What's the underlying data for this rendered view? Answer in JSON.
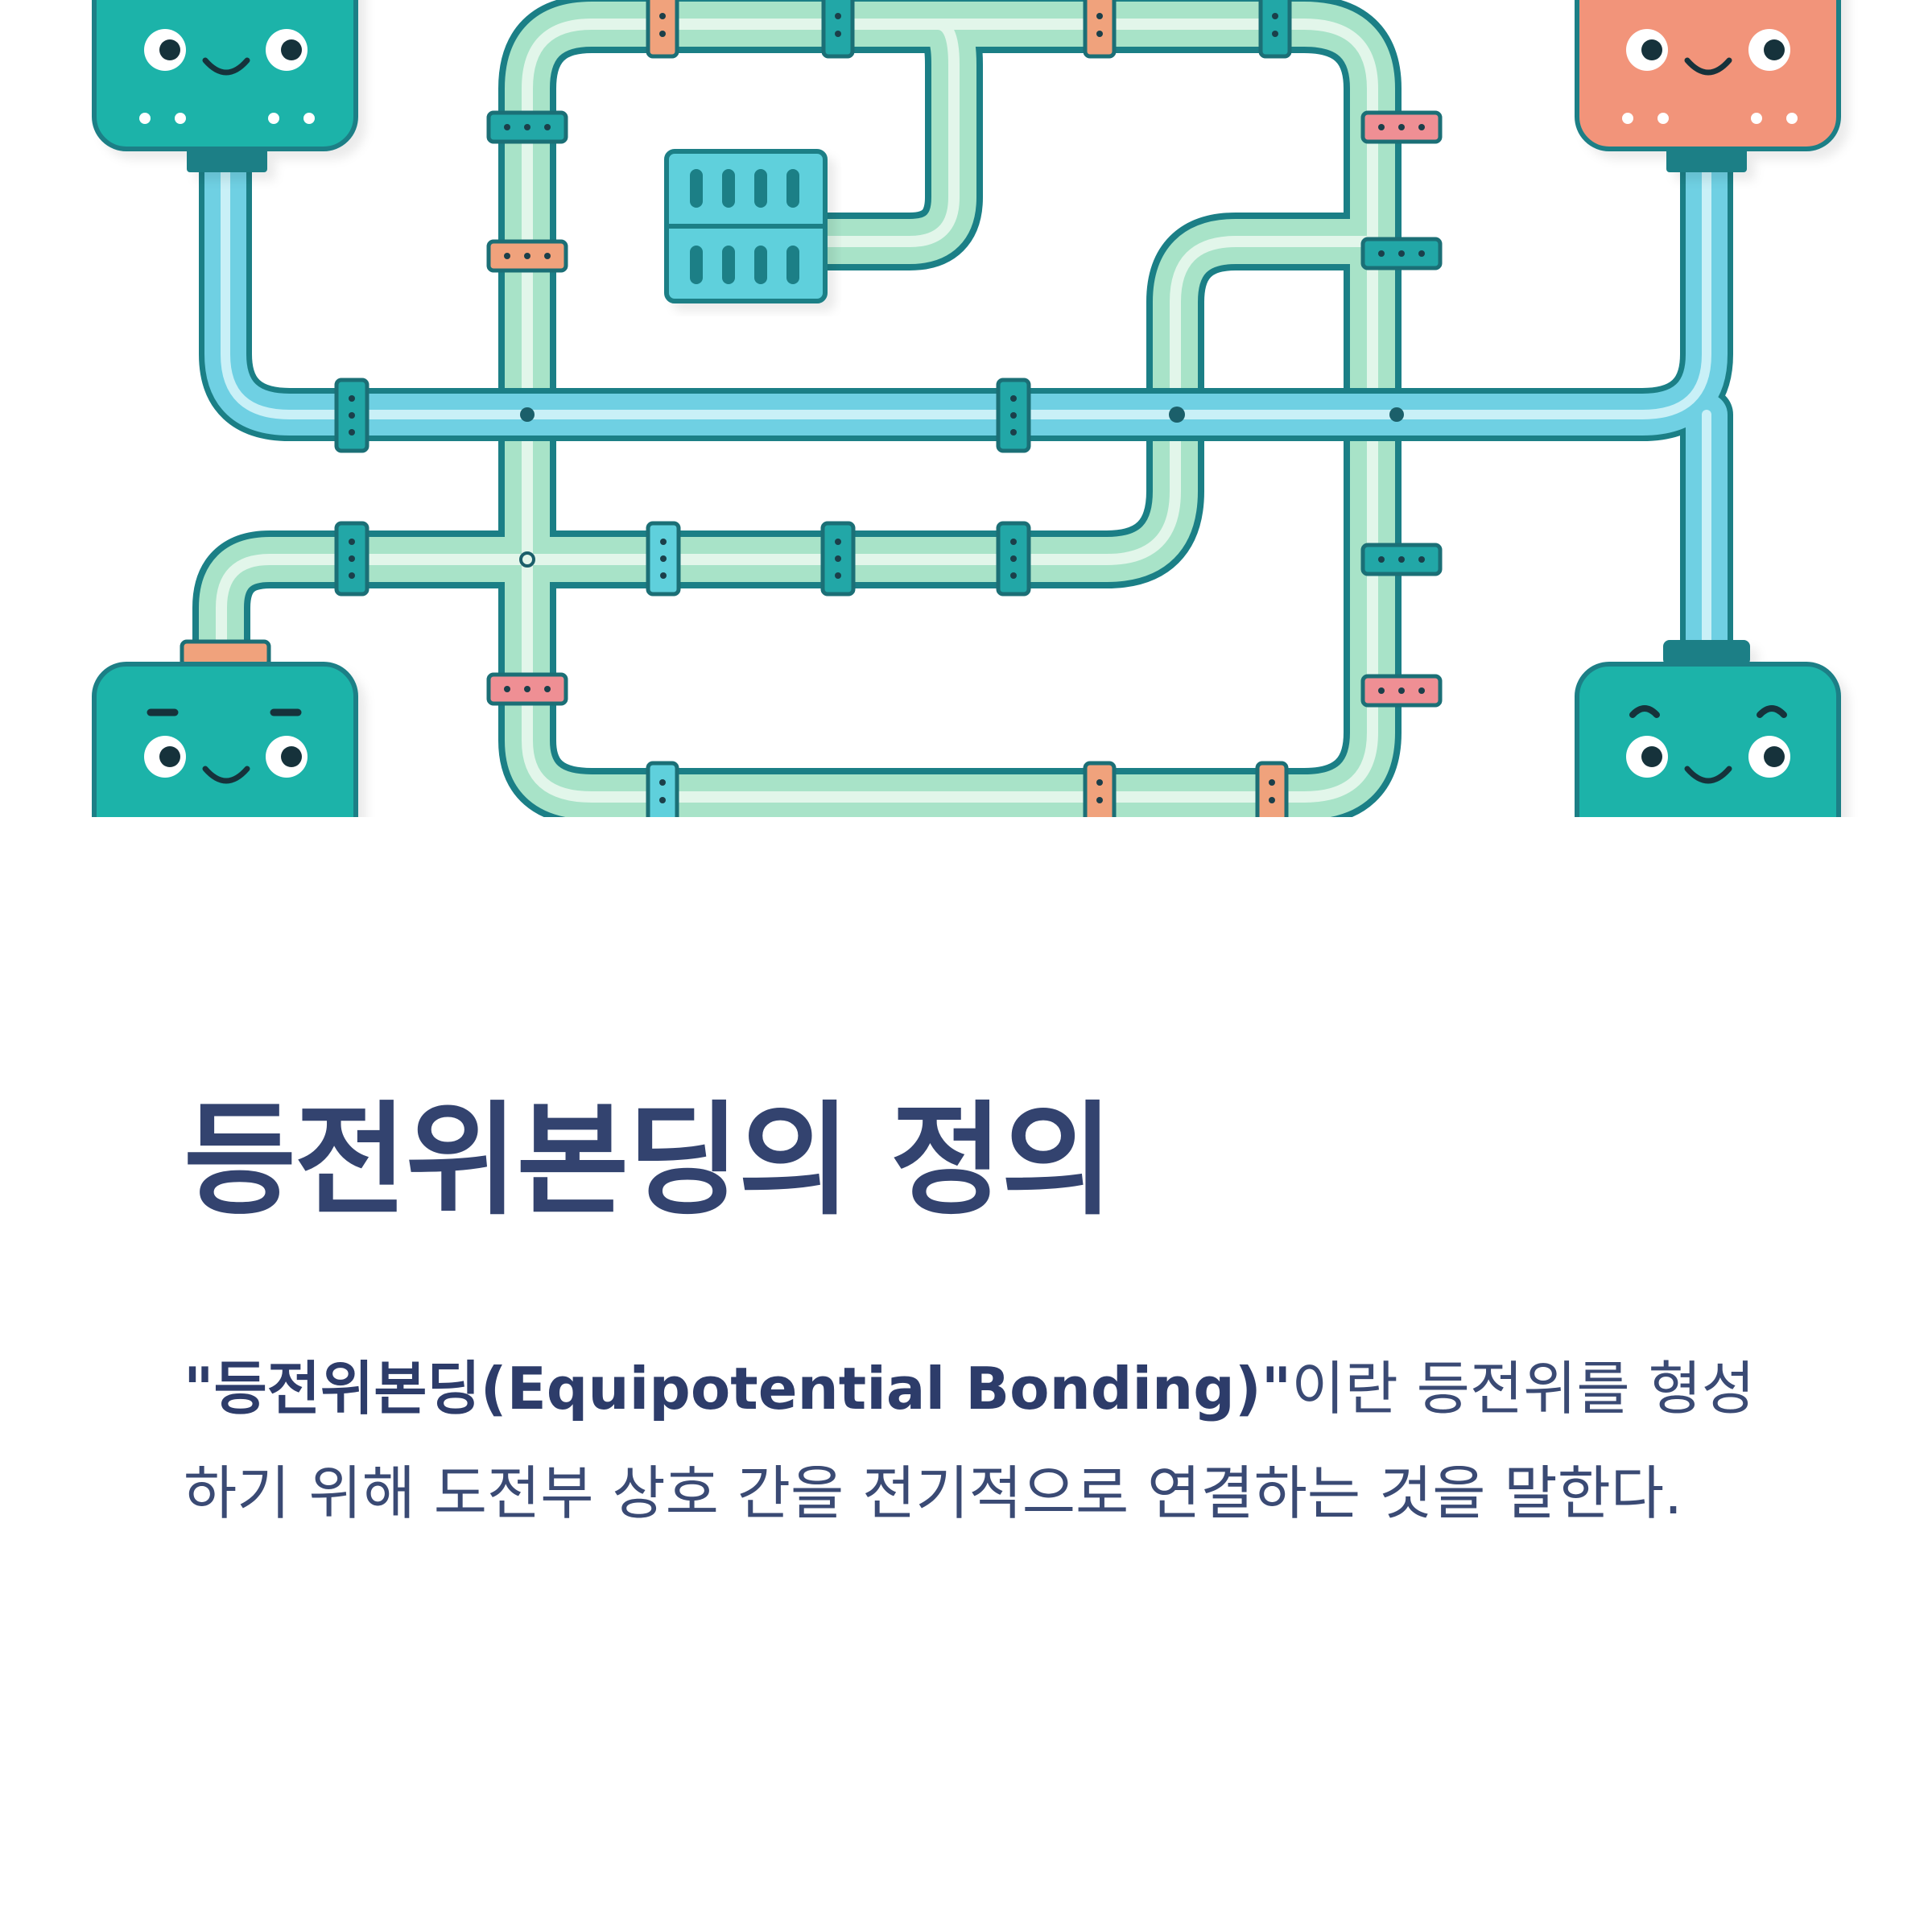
{
  "illustration": {
    "subject": "bonded pipe network connecting four smiling device boxes",
    "colors": {
      "teal_box": "#1fb3a9",
      "coral_box": "#f2947a",
      "outline": "#1b7f86",
      "pipe_blue": "#6fd0e3",
      "pipe_mint": "#a7e2c6",
      "clamp_teal": "#22a7a7",
      "clamp_coral": "#f0a27c",
      "clamp_pink": "#ef8f94"
    }
  },
  "heading": {
    "title": "등전위본딩의 정의"
  },
  "definition": {
    "term": "\"등전위본딩(Equipotential Bonding)\"",
    "text": "이란 등전위를 형성하기 위해 도전부 상호 간을 전기적으로 연결하는 것을 말한다."
  },
  "theme": {
    "heading_color": "#33436f",
    "text_color": "#3a4a74",
    "background": "#ffffff"
  }
}
